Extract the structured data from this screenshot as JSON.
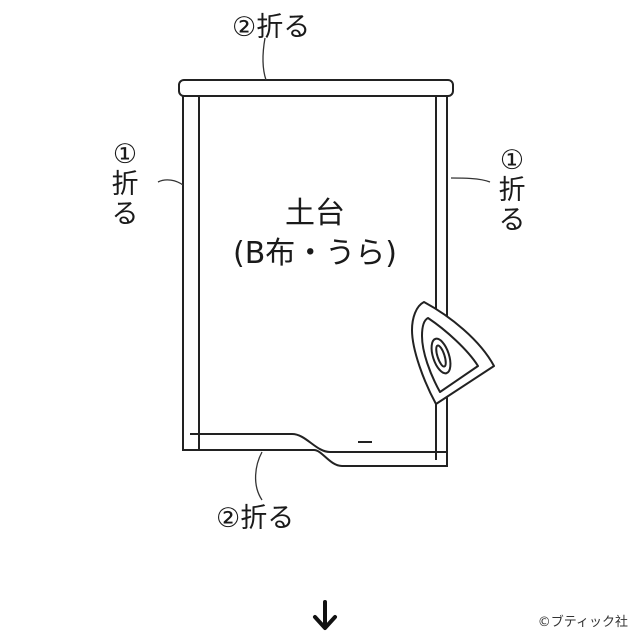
{
  "labels": {
    "fold_top": "②折る",
    "fold_bottom": "②折る",
    "fold_left_num": "①",
    "fold_left_1": "折",
    "fold_left_2": "る",
    "fold_right_num": "①",
    "fold_right_1": "折",
    "fold_right_2": "る",
    "center_line1": "土台",
    "center_line2": "(B布・うら)"
  },
  "credit": "©ブティック社",
  "icons": {
    "iron": "iron-icon",
    "down_arrow": "down-arrow-icon"
  }
}
